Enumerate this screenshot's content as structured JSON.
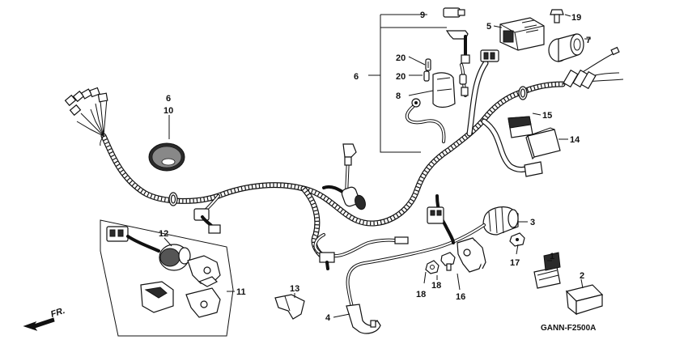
{
  "diagram_code": "GANN-F2500A",
  "front_indicator": "FR.",
  "callouts": {
    "c1": "1",
    "c2": "2",
    "c3": "3",
    "c4": "4",
    "c5": "5",
    "c6a": "6",
    "c6b": "6",
    "c7": "7",
    "c8": "8",
    "c9": "9",
    "c10": "10",
    "c11": "11",
    "c12": "12",
    "c13": "13",
    "c14": "14",
    "c15": "15",
    "c16": "16",
    "c17": "17",
    "c18": "18",
    "c18b": "18",
    "c19": "19",
    "c20a": "20",
    "c20b": "20"
  }
}
